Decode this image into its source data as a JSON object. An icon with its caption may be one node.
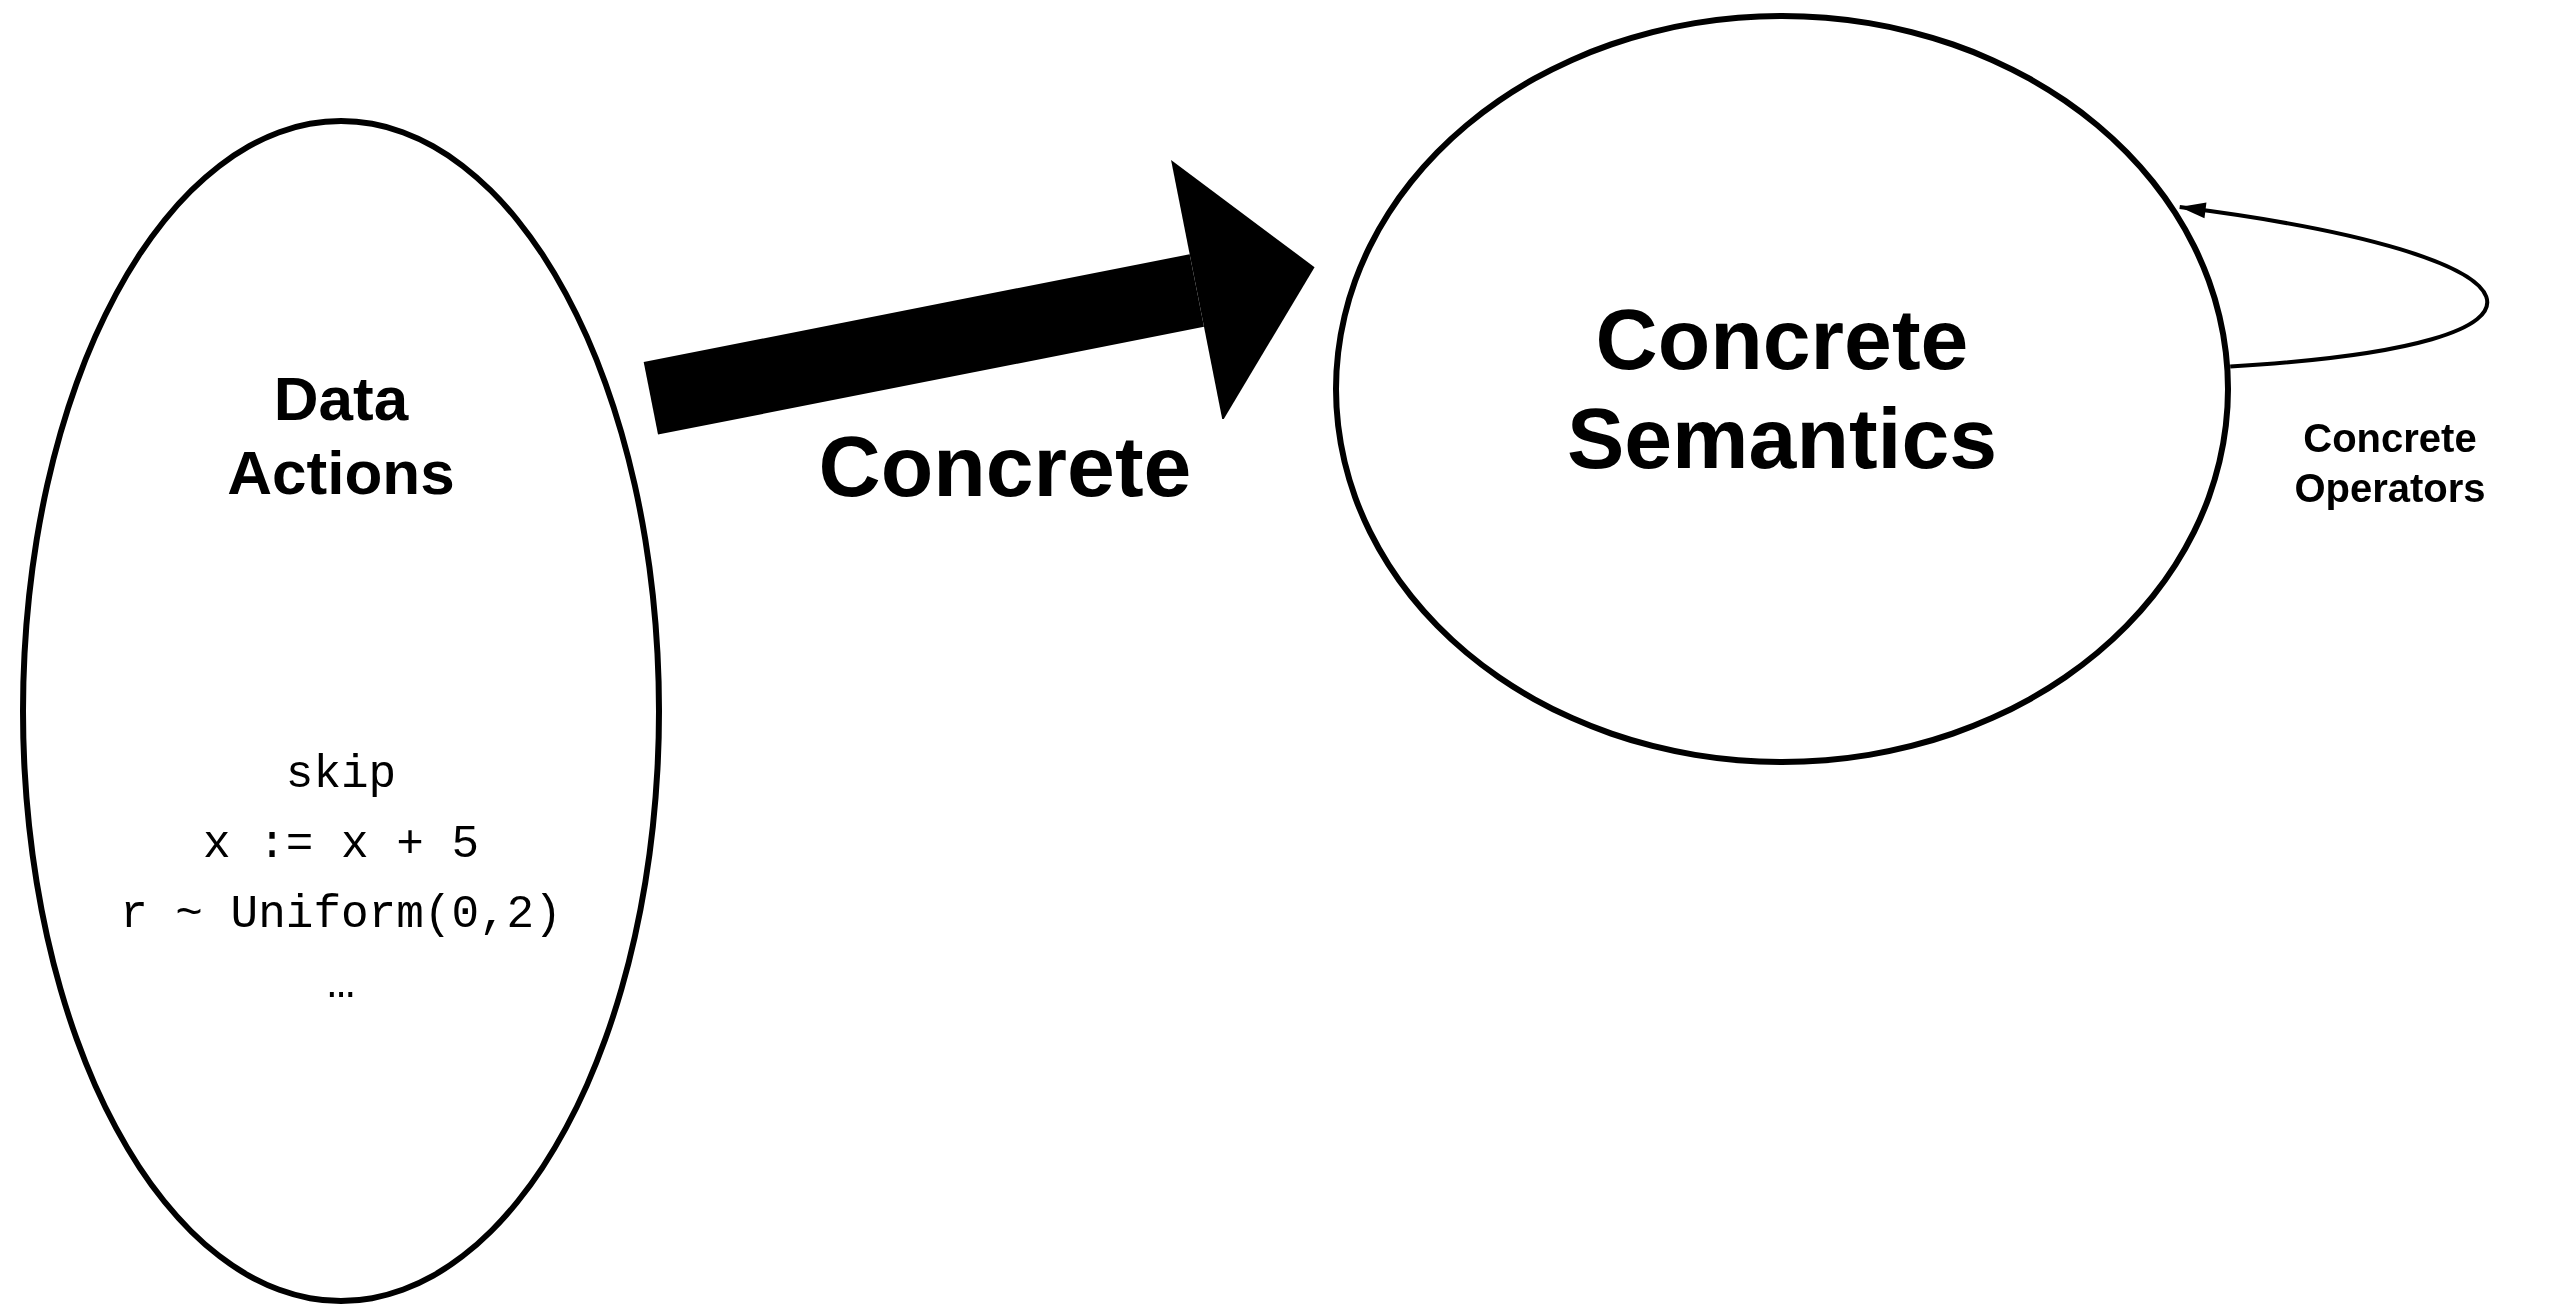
{
  "diagram": {
    "nodes": [
      {
        "text": [
          "Data Actions",
          "skip",
          "x := x + 5",
          "r ~ Uniform(0,2)",
          "…"
        ]
      },
      {
        "text": [
          "Concrete Semantics"
        ]
      }
    ],
    "edges": [
      {
        "from": 0,
        "to": 1,
        "arrow": "to",
        "label": "Concrete",
        "style": "thick"
      },
      {
        "from": 1,
        "to": 1,
        "arrow": "to",
        "label": "Concrete Operators"
      }
    ]
  }
}
